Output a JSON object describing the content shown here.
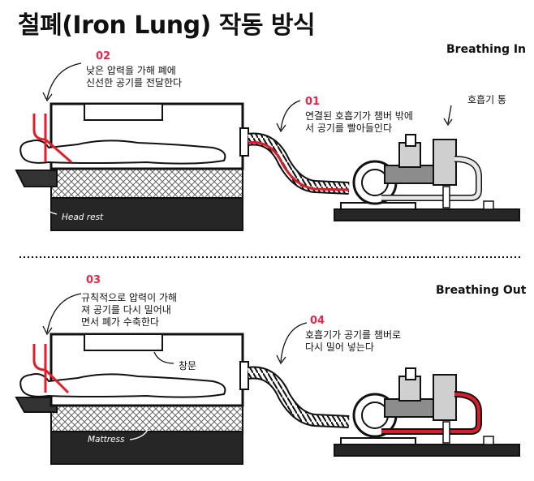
{
  "title": "철폐(Iron Lung) 작동 방식",
  "panel_in": {
    "phase": "Breathing In",
    "step_a": {
      "num": "02",
      "lines": [
        "낮은 압력을 가해 폐에",
        "신선한 공기를 전달한다"
      ]
    },
    "step_b": {
      "num": "01",
      "lines": [
        "연결된 호흡기가 챔버 밖에",
        "서 공기를 빨아들인다"
      ]
    },
    "pump_label": "호흡기 통",
    "headrest_label": "Head rest"
  },
  "panel_out": {
    "phase": "Breathing Out",
    "step_a": {
      "num": "03",
      "lines": [
        "규칙적으로 압력이 가해",
        "져 공기를 다시 밀어내",
        "면서 폐가 수축한다"
      ]
    },
    "step_b": {
      "num": "04",
      "lines": [
        "호흡기가 공기를 챔버로",
        "다시 밀어 넣는다"
      ]
    },
    "window_label": "창문",
    "mattress_label": "Mattress"
  },
  "colors": {
    "accent": "#e8264a",
    "tube": "#d81e2c",
    "ink": "#111111",
    "base": "#2a2a2a"
  }
}
